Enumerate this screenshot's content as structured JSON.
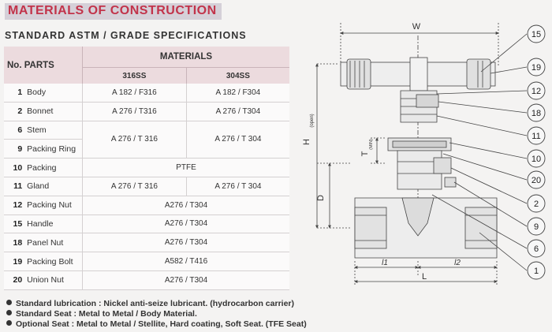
{
  "header": {
    "title": "MATERIALS OF CONSTRUCTION",
    "subtitle": "STANDARD ASTM / GRADE SPECIFICATIONS"
  },
  "table": {
    "col_no_parts": "No. PARTS",
    "col_materials": "MATERIALS",
    "col_316": "316SS",
    "col_304": "304SS",
    "rows": [
      {
        "no": "1",
        "part": "Body",
        "m316": "A 182 / F316",
        "m304": "A 182 / F304"
      },
      {
        "no": "2",
        "part": "Bonnet",
        "m316": "A 276 / T316",
        "m304": "A 276 / T304"
      },
      {
        "no": "6",
        "part": "Stem",
        "m316": "A 276 / T 316",
        "m304": "A 276 / T 304"
      },
      {
        "no": "9",
        "part": "Packing Ring"
      },
      {
        "no": "10",
        "part": "Packing",
        "merged": "PTFE"
      },
      {
        "no": "11",
        "part": "Gland",
        "m316": "A 276 / T 316",
        "m304": "A 276 / T 304"
      },
      {
        "no": "12",
        "part": "Packing Nut",
        "merged": "A276 / T304"
      },
      {
        "no": "15",
        "part": "Handle",
        "merged": "A276 / T304"
      },
      {
        "no": "18",
        "part": "Panel Nut",
        "merged": "A276 / T304"
      },
      {
        "no": "19",
        "part": "Packing Bolt",
        "merged": "A582 / T416"
      },
      {
        "no": "20",
        "part": "Union Nut",
        "merged": "A276 / T304"
      }
    ]
  },
  "notes": [
    "Standard lubrication : Nickel anti-seize lubricant. (hydrocarbon carrier)",
    "Standard Seat : Metal to Metal / Body Material.",
    "Optional Seat : Metal to Metal / Stellite, Hard coating, Soft Seat. (TFE Seat)"
  ],
  "drawing": {
    "dim_W": "W",
    "dim_H": "H",
    "dim_H_sub": "(open)",
    "dim_T": "T",
    "dim_T_sub": "(MIN)",
    "dim_D": "D",
    "dim_L": "L",
    "dim_l1": "l1",
    "dim_l2": "l2",
    "callouts": [
      "15",
      "19",
      "12",
      "18",
      "11",
      "10",
      "20",
      "2",
      "9",
      "6",
      "1"
    ]
  }
}
